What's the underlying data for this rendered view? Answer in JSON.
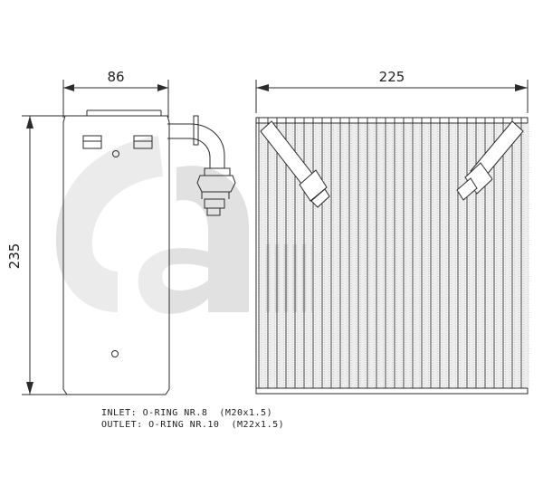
{
  "dimensions": {
    "side_width": "86",
    "core_width": "225",
    "height": "235"
  },
  "notes": {
    "inlet": "INLET: O-RING NR.8  (M20x1.5)",
    "outlet": "OUTLET: O-RING NR.10  (M22x1.5)"
  },
  "watermark": {
    "icon": "brand-logo-watermark",
    "color": "#d9d9d9"
  },
  "colors": {
    "line": "#2b2b2b",
    "fin": "#9a9a9a"
  }
}
